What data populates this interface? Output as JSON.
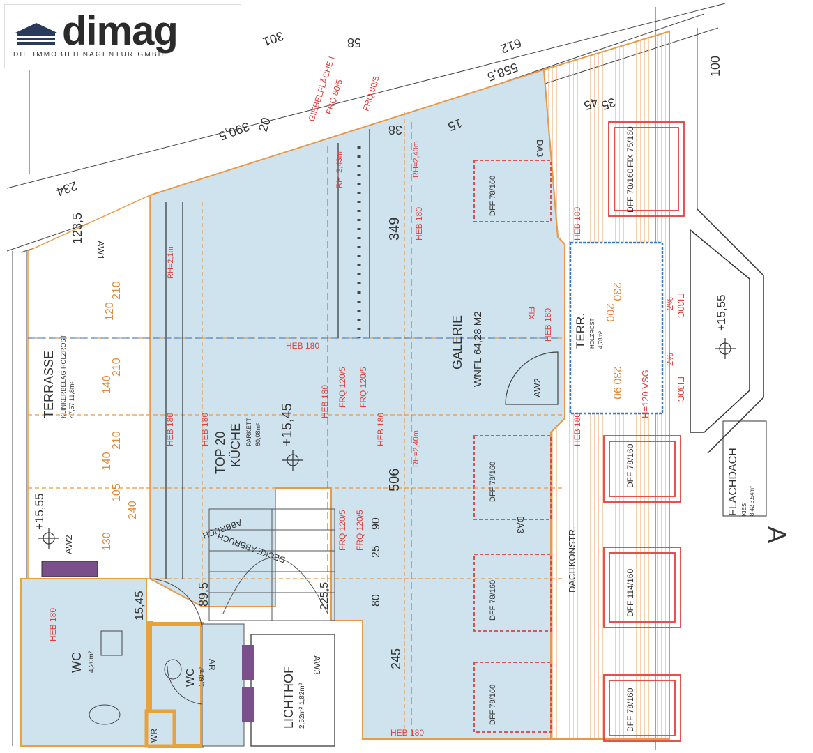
{
  "logo": {
    "word": "DIMAG",
    "subtitle": "DIE IMMOBILIENAGENTUR GMBH"
  },
  "colors": {
    "red": "#e0403c",
    "orange": "#e89a48",
    "blue": "#3a78c8",
    "wall": "#e8a23c",
    "floor": "#cfe3ef",
    "roofHatch": "#f3c79d",
    "dark": "#333333",
    "purple": "#7a4f8a"
  },
  "rooms": {
    "terrasse": {
      "name": "TERRASSE",
      "detail": "KLINKERBELAG HOLZROST",
      "area": "47,57 11,8m²"
    },
    "kueche": {
      "top": "TOP 20",
      "name": "KÜCHE",
      "floor": "PARKETT",
      "area": "60,08m²"
    },
    "galerie": {
      "name": "GALERIE",
      "area": "WNFL 64,28 M2"
    },
    "terr2": {
      "name": "TERR.",
      "detail": "HOLZROST",
      "area": "4,78m²"
    },
    "wc1": {
      "name": "WC",
      "area": "4,20m²"
    },
    "wc2": {
      "name": "WC",
      "area": "1,60m²"
    },
    "lichthof": {
      "name": "LICHTHOF",
      "area": "2,52m² 1,82m²"
    },
    "flachdach": {
      "name": "FLACHDACH",
      "detail": "KIES",
      "area": "8,42 3,54m²"
    }
  },
  "levels": {
    "a": "+15,45",
    "b": "+15,55",
    "c": "+15,55",
    "d": "15,45"
  },
  "annotations": {
    "heb180": "HEB 180",
    "frq1205": "FRQ 120/5",
    "frq805": "FRQ 80/5",
    "dfx7816": "DFF 78/160",
    "dfx11416": "DFF 114/160",
    "fix7516": "FIX 75/160",
    "rh240": "RH=2,40m",
    "rh243": "RH=2,43m",
    "rh21": "RH=2,1m",
    "da3": "DA3",
    "aw1": "AW1",
    "aw2": "AW2",
    "aw3": "AW3",
    "fix": "FIX",
    "ei30c": "EI30C",
    "vsg": "H=120 VSG",
    "dachkonstr": "DACHKONSTR.",
    "abbruch": "ABBRUCH",
    "decke": "DECKE ABBRUCH",
    "ar": "AR",
    "wr": "WR",
    "giebel": "GIEBELFLÄCHE I",
    "a": "A",
    "gradient": "2%"
  },
  "dims": {
    "d612": "612",
    "d5585": "558,5",
    "d58": "58",
    "d38": "38",
    "d349": "349",
    "d506": "506",
    "d3905": "390,5",
    "d234": "234",
    "d1235": "123,5",
    "d100": "100",
    "d895": "89,5",
    "d2255": "225,5",
    "d245": "245",
    "d90": "90",
    "d25": "25",
    "d80": "80",
    "d210": "210",
    "d120": "120",
    "d140": "140",
    "d105": "105",
    "d240": "240",
    "d130": "130",
    "d230": "230",
    "d200": "200",
    "d45": "45",
    "d35": "35",
    "d15": "15",
    "d20": "20",
    "d301": "301"
  }
}
